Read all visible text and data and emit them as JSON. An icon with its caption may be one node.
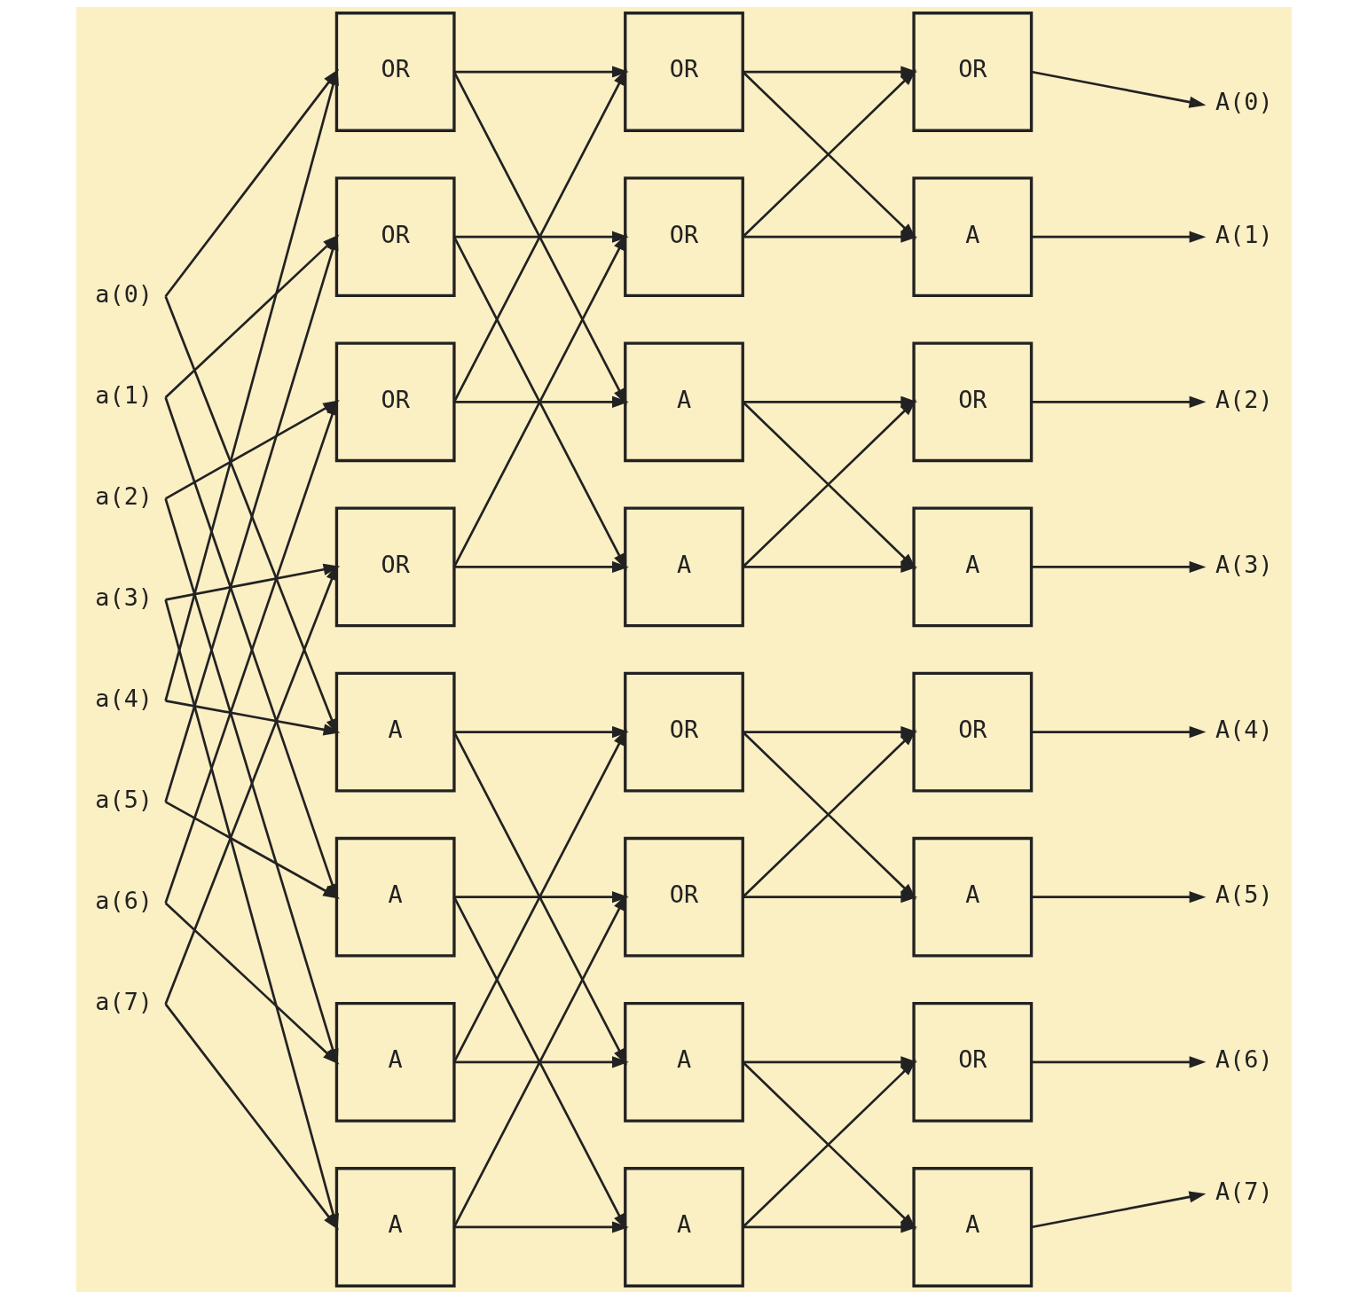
{
  "diagram": {
    "nodes": [
      {
        "text": [
          "a(0)"
        ]
      },
      {
        "text": [
          "a(1)"
        ]
      },
      {
        "text": [
          "a(2)"
        ]
      },
      {
        "text": [
          "a(3)"
        ]
      },
      {
        "text": [
          "a(4)"
        ]
      },
      {
        "text": [
          "a(5)"
        ]
      },
      {
        "text": [
          "a(6)"
        ]
      },
      {
        "text": [
          "a(7)"
        ]
      },
      {
        "text": [
          "OR"
        ]
      },
      {
        "text": [
          "OR"
        ]
      },
      {
        "text": [
          "OR"
        ]
      },
      {
        "text": [
          "OR"
        ]
      },
      {
        "text": [
          "A"
        ]
      },
      {
        "text": [
          "A"
        ]
      },
      {
        "text": [
          "A"
        ]
      },
      {
        "text": [
          "A"
        ]
      },
      {
        "text": [
          "OR"
        ]
      },
      {
        "text": [
          "OR"
        ]
      },
      {
        "text": [
          "A"
        ]
      },
      {
        "text": [
          "A"
        ]
      },
      {
        "text": [
          "OR"
        ]
      },
      {
        "text": [
          "OR"
        ]
      },
      {
        "text": [
          "A"
        ]
      },
      {
        "text": [
          "A"
        ]
      },
      {
        "text": [
          "OR"
        ]
      },
      {
        "text": [
          "A"
        ]
      },
      {
        "text": [
          "OR"
        ]
      },
      {
        "text": [
          "A"
        ]
      },
      {
        "text": [
          "OR"
        ]
      },
      {
        "text": [
          "A"
        ]
      },
      {
        "text": [
          "OR"
        ]
      },
      {
        "text": [
          "A"
        ]
      },
      {
        "text": [
          "A(0)"
        ]
      },
      {
        "text": [
          "A(1)"
        ]
      },
      {
        "text": [
          "A(2)"
        ]
      },
      {
        "text": [
          "A(3)"
        ]
      },
      {
        "text": [
          "A(4)"
        ]
      },
      {
        "text": [
          "A(5)"
        ]
      },
      {
        "text": [
          "A(6)"
        ]
      },
      {
        "text": [
          "A(7)"
        ]
      }
    ],
    "edges": [
      {
        "from": 0,
        "to": 8,
        "arrow": "to"
      },
      {
        "from": 4,
        "to": 8,
        "arrow": "to"
      },
      {
        "from": 1,
        "to": 9,
        "arrow": "to"
      },
      {
        "from": 5,
        "to": 9,
        "arrow": "to"
      },
      {
        "from": 2,
        "to": 10,
        "arrow": "to"
      },
      {
        "from": 6,
        "to": 10,
        "arrow": "to"
      },
      {
        "from": 3,
        "to": 11,
        "arrow": "to"
      },
      {
        "from": 7,
        "to": 11,
        "arrow": "to"
      },
      {
        "from": 0,
        "to": 12,
        "arrow": "to"
      },
      {
        "from": 4,
        "to": 12,
        "arrow": "to"
      },
      {
        "from": 1,
        "to": 13,
        "arrow": "to"
      },
      {
        "from": 5,
        "to": 13,
        "arrow": "to"
      },
      {
        "from": 2,
        "to": 14,
        "arrow": "to"
      },
      {
        "from": 6,
        "to": 14,
        "arrow": "to"
      },
      {
        "from": 3,
        "to": 15,
        "arrow": "to"
      },
      {
        "from": 7,
        "to": 15,
        "arrow": "to"
      },
      {
        "from": 8,
        "to": 16,
        "arrow": "to"
      },
      {
        "from": 10,
        "to": 16,
        "arrow": "to"
      },
      {
        "from": 9,
        "to": 17,
        "arrow": "to"
      },
      {
        "from": 11,
        "to": 17,
        "arrow": "to"
      },
      {
        "from": 8,
        "to": 18,
        "arrow": "to"
      },
      {
        "from": 10,
        "to": 18,
        "arrow": "to"
      },
      {
        "from": 9,
        "to": 19,
        "arrow": "to"
      },
      {
        "from": 11,
        "to": 19,
        "arrow": "to"
      },
      {
        "from": 12,
        "to": 20,
        "arrow": "to"
      },
      {
        "from": 14,
        "to": 20,
        "arrow": "to"
      },
      {
        "from": 13,
        "to": 21,
        "arrow": "to"
      },
      {
        "from": 15,
        "to": 21,
        "arrow": "to"
      },
      {
        "from": 12,
        "to": 22,
        "arrow": "to"
      },
      {
        "from": 14,
        "to": 22,
        "arrow": "to"
      },
      {
        "from": 13,
        "to": 23,
        "arrow": "to"
      },
      {
        "from": 15,
        "to": 23,
        "arrow": "to"
      },
      {
        "from": 16,
        "to": 24,
        "arrow": "to"
      },
      {
        "from": 17,
        "to": 24,
        "arrow": "to"
      },
      {
        "from": 16,
        "to": 25,
        "arrow": "to"
      },
      {
        "from": 17,
        "to": 25,
        "arrow": "to"
      },
      {
        "from": 18,
        "to": 26,
        "arrow": "to"
      },
      {
        "from": 19,
        "to": 26,
        "arrow": "to"
      },
      {
        "from": 18,
        "to": 27,
        "arrow": "to"
      },
      {
        "from": 19,
        "to": 27,
        "arrow": "to"
      },
      {
        "from": 20,
        "to": 28,
        "arrow": "to"
      },
      {
        "from": 21,
        "to": 28,
        "arrow": "to"
      },
      {
        "from": 20,
        "to": 29,
        "arrow": "to"
      },
      {
        "from": 21,
        "to": 29,
        "arrow": "to"
      },
      {
        "from": 22,
        "to": 30,
        "arrow": "to"
      },
      {
        "from": 23,
        "to": 30,
        "arrow": "to"
      },
      {
        "from": 22,
        "to": 31,
        "arrow": "to"
      },
      {
        "from": 23,
        "to": 31,
        "arrow": "to"
      },
      {
        "from": 24,
        "to": 32,
        "arrow": "to"
      },
      {
        "from": 25,
        "to": 33,
        "arrow": "to"
      },
      {
        "from": 26,
        "to": 34,
        "arrow": "to"
      },
      {
        "from": 27,
        "to": 35,
        "arrow": "to"
      },
      {
        "from": 28,
        "to": 36,
        "arrow": "to"
      },
      {
        "from": 29,
        "to": 37,
        "arrow": "to"
      },
      {
        "from": 30,
        "to": 38,
        "arrow": "to"
      },
      {
        "from": 31,
        "to": 39,
        "arrow": "to"
      }
    ]
  }
}
